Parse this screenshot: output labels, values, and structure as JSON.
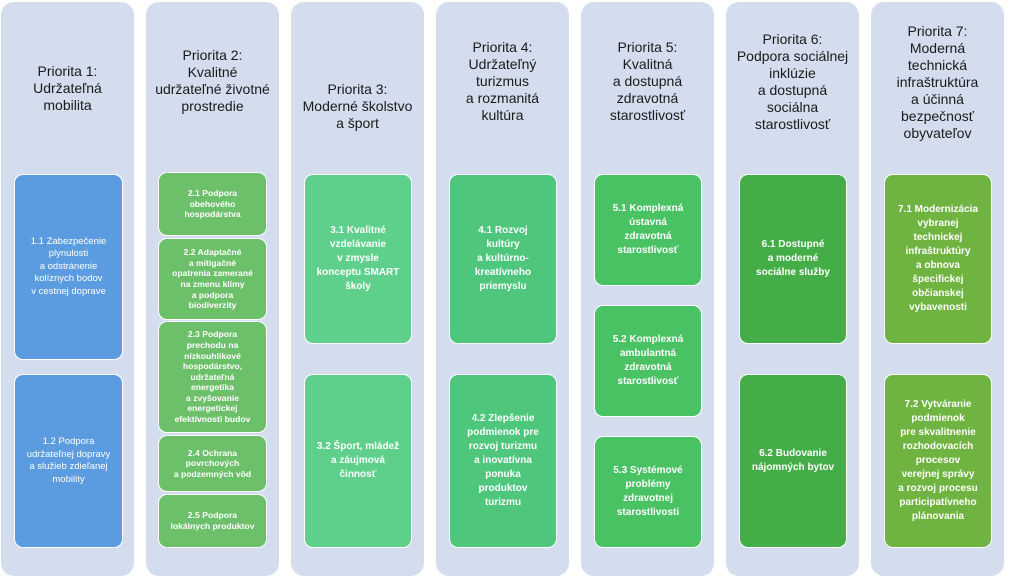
{
  "priorities": [
    {
      "title": "Priorita 1:\nUdržateľná\nmobilita",
      "items": [
        "1.1 Zabezpečenie\nplynulosti\na odstránenie\nkolíznych bodov\nv cestnej doprave",
        "1.2 Podpora\nudržateľnej dopravy\na služieb zdieľanej\nmobility"
      ]
    },
    {
      "title": "Priorita 2:\nKvalitné\nudržateľné životné\nprostredie",
      "items": [
        "2.1 Podpora\nobehového\nhospodárstva",
        "2.2 Adaptačné\na mitigačné\nopatrenia zamerané\nna zmenu klímy\na podpora\nbiodiverzity",
        "2.3 Podpora\nprechodu na\nnízkouhlíkové\nhospodárstvo,\nudržateľná\nenergetika\na zvyšovanie\nenergetickej\nefektívnosti budov",
        "2.4 Ochrana\npovrchových\na podzemných vôd",
        "2.5 Podpora\nlokálnych produktov"
      ]
    },
    {
      "title": "Priorita 3:\nModerné školstvo\na šport",
      "items": [
        "3.1 Kvalitné\nvzdelávanie\nv zmysle\nkonceptu SMART\nškoly",
        "3.2 Šport, mládež\na záujmová\nčinnosť"
      ]
    },
    {
      "title": "Priorita 4:\nUdržateľný\nturizmus\na rozmanitá\nkultúra",
      "items": [
        "4.1 Rozvoj\nkultúry\na kultúrno-\nkreatívneho\npriemyslu",
        "4.2 Zlepšenie\npodmienok pre\nrozvoj turizmu\na inovatívna\nponuka\nproduktov\nturizmu"
      ]
    },
    {
      "title": "Priorita 5:\nKvalitná\na dostupná\nzdravotná\nstarostlivosť",
      "items": [
        "5.1 Komplexná\nústavná\nzdravotná\nstarostlivosť",
        "5.2 Komplexná\nambulantná\nzdravotná\nstarostlivosť",
        "5.3 Systémové\nproblémy\nzdravotnej\nstarostlivosti"
      ]
    },
    {
      "title": "Priorita 6:\nPodpora sociálnej\ninklúzie\na dostupná\nsociálna\nstarostlivosť",
      "items": [
        "6.1 Dostupné\na moderné\nsociálne služby",
        "6.2 Budovanie\nnájomných bytov"
      ]
    },
    {
      "title": "Priorita 7:\nModerná\ntechnická\ninfraštruktúra\na účinná\nbezpečnosť\nobyvateľov",
      "items": [
        "7.1 Modernizácia\nvybranej\ntechnickej\ninfraštruktúry\na obnova\nšpecifickej\nobčianskej\nvybavenosti",
        "7.2 Vytváranie\npodmienok\npre skvalitnenie\nrozhodovacích\nprocesov\nverejnej správy\na rozvoj procesu\nparticipatívneho\nplánovania"
      ]
    }
  ]
}
